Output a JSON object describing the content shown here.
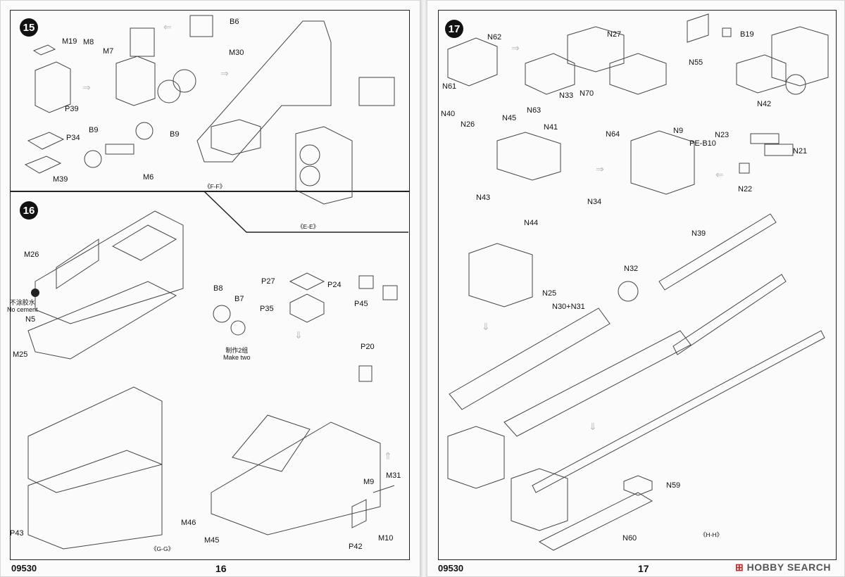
{
  "left_page": {
    "code": "09530",
    "page_number": "16",
    "step15": {
      "number": "15",
      "labels": [
        "M19",
        "M8",
        "M7",
        "B6",
        "M30",
        "P39",
        "P34",
        "B9",
        "B9",
        "M6",
        "M39"
      ],
      "views": [
        "《F-F》",
        "《E-E》"
      ]
    },
    "step16": {
      "number": "16",
      "labels": [
        "M26",
        "N5",
        "M25",
        "P43",
        "B8",
        "B7",
        "P27",
        "P24",
        "P35",
        "P45",
        "P20",
        "M9",
        "M31",
        "P42",
        "M10",
        "M46",
        "M45"
      ],
      "no_cement_cn": "不涂胶水",
      "no_cement_en": "No cement",
      "make_two_cn": "制作2组",
      "make_two_en": "Make two",
      "view": "《G-G》"
    }
  },
  "right_page": {
    "code": "09530",
    "page_number": "17",
    "step17": {
      "number": "17",
      "labels": [
        "N62",
        "N61",
        "N63",
        "N33",
        "N27",
        "N70",
        "B19",
        "N55",
        "N42",
        "N40",
        "N26",
        "N45",
        "N41",
        "N64",
        "N9",
        "PE-B10",
        "N23",
        "N21",
        "N22",
        "N43",
        "N44",
        "N34",
        "N39",
        "N32",
        "N25",
        "N30+N31",
        "N59",
        "N60"
      ],
      "view": "《H-H》"
    },
    "watermark": "HOBBY SEARCH"
  },
  "icons": [
    "step-circle",
    "no-cement-icon",
    "direction-arrow-icon"
  ]
}
